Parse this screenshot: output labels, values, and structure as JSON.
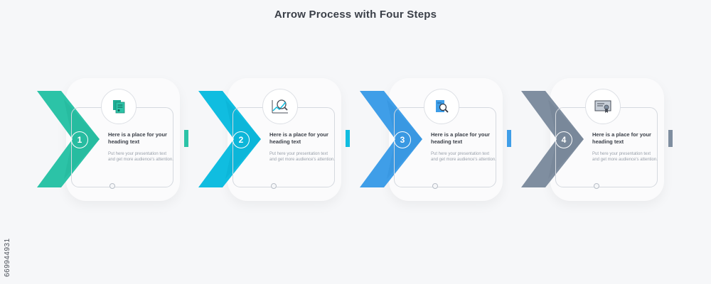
{
  "title": "Arrow Process with Four Steps",
  "stamp_text": "669944931",
  "steps": [
    {
      "number": "1",
      "heading": "Here is a place for your heading text",
      "body": "Put here your presentation text and get more audience's attention.",
      "color": "#2cc3a7",
      "color_dark": "#1fae95",
      "icon": "documents-icon"
    },
    {
      "number": "2",
      "heading": "Here is a place for your heading text",
      "body": "Put here your presentation text and get more audience's attention.",
      "color": "#10bde0",
      "color_dark": "#06a8cc",
      "icon": "growth-chart-icon"
    },
    {
      "number": "3",
      "heading": "Here is a place for your heading text",
      "body": "Put here your presentation text and get more audience's attention.",
      "color": "#3f9ee8",
      "color_dark": "#2f8bd6",
      "icon": "document-search-icon"
    },
    {
      "number": "4",
      "heading": "Here is a place for your heading text",
      "body": "Put here your presentation text and get more audience's attention.",
      "color": "#7f8ea0",
      "color_dark": "#6f7d8f",
      "icon": "certificate-icon"
    }
  ]
}
